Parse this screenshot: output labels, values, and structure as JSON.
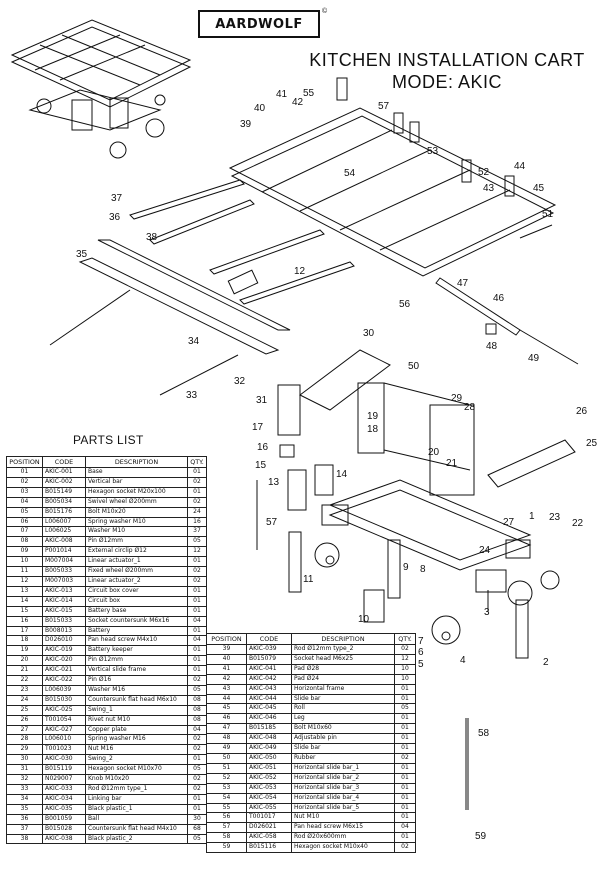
{
  "brand": {
    "name": "AARDWOLF",
    "reg_mark": "©"
  },
  "header": {
    "title_line1": "KITCHEN INSTALLATION CART",
    "title_line2": "MODE: AKIC"
  },
  "parts_list": {
    "title": "PARTS LIST",
    "columns": [
      "POSITION",
      "CODE",
      "DESCRIPTION",
      "QTY."
    ],
    "rows_left": [
      [
        "01",
        "AKIC-001",
        "Base",
        "01"
      ],
      [
        "02",
        "AKIC-002",
        "Vertical bar",
        "02"
      ],
      [
        "03",
        "B015149",
        "Hexagon socket M20x100",
        "01"
      ],
      [
        "04",
        "B005034",
        "Swivel wheel Ø200mm",
        "02"
      ],
      [
        "05",
        "B015176",
        "Bolt M10x20",
        "24"
      ],
      [
        "06",
        "L006007",
        "Spring washer M10",
        "16"
      ],
      [
        "07",
        "L006025",
        "Washer M10",
        "37"
      ],
      [
        "08",
        "AKIC-008",
        "Pin Ø12mm",
        "05"
      ],
      [
        "09",
        "P001014",
        "External circlip Ø12",
        "12"
      ],
      [
        "10",
        "M007004",
        "Linear actuator_1",
        "01"
      ],
      [
        "11",
        "B005033",
        "Fixed wheel Ø200mm",
        "02"
      ],
      [
        "12",
        "M007003",
        "Linear actuator_2",
        "02"
      ],
      [
        "13",
        "AKIC-013",
        "Circuit box cover",
        "01"
      ],
      [
        "14",
        "AKIC-014",
        "Circuit box",
        "01"
      ],
      [
        "15",
        "AKIC-015",
        "Battery base",
        "01"
      ],
      [
        "16",
        "B015033",
        "Socket countersunk M6x16",
        "04"
      ],
      [
        "17",
        "B008013",
        "Battery",
        "01"
      ],
      [
        "18",
        "D026010",
        "Pan head screw M4x10",
        "04"
      ],
      [
        "19",
        "AKIC-019",
        "Battery keeper",
        "01"
      ],
      [
        "20",
        "AKIC-020",
        "Pin Ø12mm",
        "01"
      ],
      [
        "21",
        "AKIC-021",
        "Vertical slide frame",
        "01"
      ],
      [
        "22",
        "AKIC-022",
        "Pin Ø16",
        "02"
      ],
      [
        "23",
        "L006039",
        "Washer M16",
        "05"
      ],
      [
        "24",
        "B015030",
        "Countersunk flat head M6x10",
        "08"
      ],
      [
        "25",
        "AKIC-025",
        "Swing_1",
        "08"
      ],
      [
        "26",
        "T001054",
        "Rivet nut M10",
        "08"
      ],
      [
        "27",
        "AKIC-027",
        "Copper plate",
        "04"
      ],
      [
        "28",
        "L006010",
        "Spring washer M16",
        "02"
      ],
      [
        "29",
        "T001023",
        "Nut M16",
        "02"
      ],
      [
        "30",
        "AKIC-030",
        "Swing_2",
        "01"
      ],
      [
        "31",
        "B015119",
        "Hexagon socket M10x70",
        "05"
      ],
      [
        "32",
        "N029007",
        "Knob M10x20",
        "02"
      ],
      [
        "33",
        "AKIC-033",
        "Rod Ø12mm type_1",
        "02"
      ],
      [
        "34",
        "AKIC-034",
        "Linking bar",
        "01"
      ],
      [
        "35",
        "AKIC-035",
        "Black plastic_1",
        "01"
      ],
      [
        "36",
        "B001059",
        "Ball",
        "30"
      ],
      [
        "37",
        "B015028",
        "Countersunk flat head M4x10",
        "68"
      ],
      [
        "38",
        "AKIC-038",
        "Black plastic_2",
        "05"
      ]
    ],
    "rows_right": [
      [
        "39",
        "AKIC-039",
        "Rod Ø12mm type_2",
        "02"
      ],
      [
        "40",
        "B015079",
        "Socket head M6x25",
        "12"
      ],
      [
        "41",
        "AKIC-041",
        "Pad Ø28",
        "10"
      ],
      [
        "42",
        "AKIC-042",
        "Pad Ø24",
        "10"
      ],
      [
        "43",
        "AKIC-043",
        "Horizontal frame",
        "01"
      ],
      [
        "44",
        "AKIC-044",
        "Slide bar",
        "01"
      ],
      [
        "45",
        "AKIC-045",
        "Roll",
        "05"
      ],
      [
        "46",
        "AKIC-046",
        "Leg",
        "01"
      ],
      [
        "47",
        "B015185",
        "Bolt M10x60",
        "01"
      ],
      [
        "48",
        "AKIC-048",
        "Adjustable pin",
        "01"
      ],
      [
        "49",
        "AKIC-049",
        "Slide bar",
        "01"
      ],
      [
        "50",
        "AKIC-050",
        "Rubber",
        "02"
      ],
      [
        "51",
        "AKIC-051",
        "Horizontal slide bar_1",
        "01"
      ],
      [
        "52",
        "AKIC-052",
        "Horizontal slide bar_2",
        "01"
      ],
      [
        "53",
        "AKIC-053",
        "Horizontal slide bar_3",
        "01"
      ],
      [
        "54",
        "AKIC-054",
        "Horizontal slide bar_4",
        "01"
      ],
      [
        "55",
        "AKIC-055",
        "Horizontal slide bar_5",
        "01"
      ],
      [
        "56",
        "T001017",
        "Nut M10",
        "01"
      ],
      [
        "57",
        "D026021",
        "Pan head screw M6x15",
        "04"
      ],
      [
        "58",
        "AKIC-058",
        "Rod Ø20x600mm",
        "01"
      ],
      [
        "59",
        "B015116",
        "Hexagon socket M10x40",
        "02"
      ]
    ]
  },
  "callouts": [
    "1",
    "2",
    "3",
    "4",
    "5",
    "6",
    "7",
    "8",
    "9",
    "10",
    "11",
    "12",
    "13",
    "14",
    "15",
    "16",
    "17",
    "18",
    "19",
    "20",
    "21",
    "22",
    "23",
    "24",
    "25",
    "26",
    "27",
    "28",
    "29",
    "30",
    "31",
    "32",
    "33",
    "34",
    "35",
    "36",
    "37",
    "38",
    "39",
    "40",
    "41",
    "42",
    "43",
    "44",
    "45",
    "46",
    "47",
    "48",
    "49",
    "50",
    "51",
    "52",
    "53",
    "54",
    "55",
    "56",
    "57",
    "58",
    "59"
  ]
}
